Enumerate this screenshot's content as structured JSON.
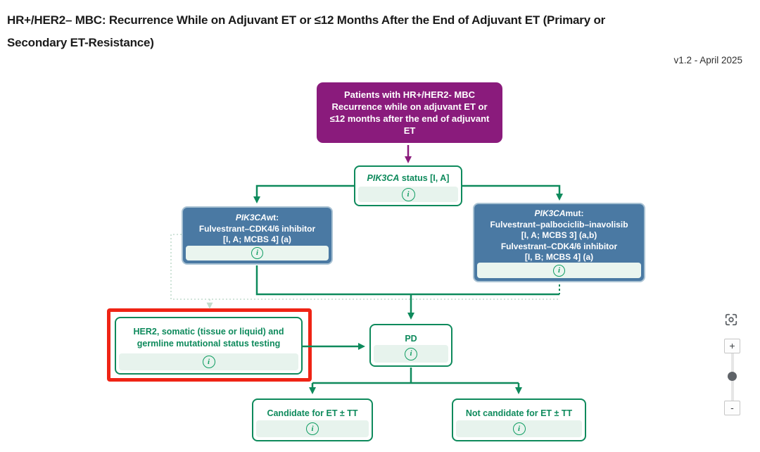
{
  "header": {
    "title_line1": "HR+/HER2– MBC: Recurrence While on Adjuvant ET or ≤12 Months After the End of Adjuvant ET (Primary or",
    "title_line2": "Secondary ET-Resistance)",
    "version": "v1.2 - April 2025"
  },
  "colors": {
    "accent_green": "#0e8a5c",
    "info_icon_green": "#0f9d62",
    "node_blue": "#4a79a3",
    "node_purple": "#8a1b7c",
    "highlight_red": "#ef2415",
    "info_strip_green": "#e7f3ed",
    "faint_dotted": "#c2dccd"
  },
  "flowchart": {
    "patients": {
      "lines": [
        "Patients with HR+/HER2- MBC",
        "Recurrence while on adjuvant ET or",
        "≤12 months after the end of adjuvant",
        "ET"
      ]
    },
    "pik3ca_status": {
      "gene": "PIK3CA",
      "rest": " status [I, A]"
    },
    "pik3ca_wt": {
      "gene": "PIK3CA",
      "suffix": "wt:",
      "lines": [
        "Fulvestrant–CDK4/6 inhibitor",
        "[I, A; MCBS 4] (a)"
      ]
    },
    "pik3ca_mut": {
      "gene": "PIK3CA",
      "suffix": "mut:",
      "lines": [
        "Fulvestrant–palbociclib–inavolisib",
        "[I, A; MCBS 3] (a,b)",
        "Fulvestrant–CDK4/6 inhibitor",
        "[I, B; MCBS 4] (a)"
      ]
    },
    "her2_testing": {
      "lines": [
        "HER2, somatic (tissue or liquid) and",
        "germline mutational status testing"
      ]
    },
    "pd": {
      "label": "PD"
    },
    "candidate": {
      "label": "Candidate for ET ± TT"
    },
    "not_candidate": {
      "label": "Not candidate for ET ± TT"
    }
  },
  "icons": {
    "info_glyph": "i"
  },
  "controls": {
    "zoom_in": "+",
    "zoom_out": "-"
  }
}
